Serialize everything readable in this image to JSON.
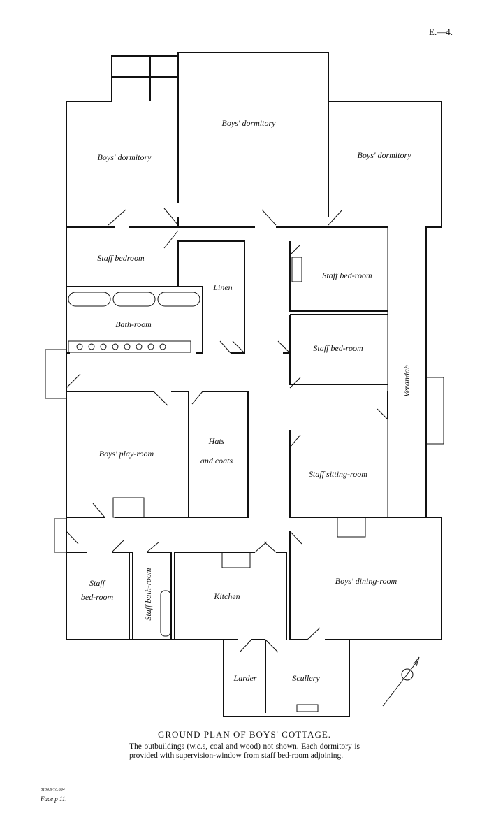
{
  "plate_ref": "E.—4.",
  "rooms": {
    "dorm_center": "Boys' dormitory",
    "dorm_left": "Boys' dormitory",
    "dorm_right": "Boys' dormitory",
    "staff_bedroom_top": "Staff bedroom",
    "linen": "Linen",
    "staff_bedroom_right1": "Staff bed-room",
    "bathroom": "Bath-room",
    "staff_bedroom_right2": "Staff bed-room",
    "verandah": "Verandah",
    "playroom": "Boys' play-room",
    "hats1": "Hats",
    "hats2": "and coats",
    "sitting": "Staff sitting-room",
    "staff_bed1": "Staff",
    "staff_bed2": "bed-room",
    "staff_bath": "Staff bath-room",
    "kitchen": "Kitchen",
    "dining": "Boys' dining-room",
    "larder": "Larder",
    "scullery": "Scullery"
  },
  "caption": {
    "title": "GROUND PLAN OF BOYS' COTTAGE.",
    "note": "The outbuildings (w.c.s, coal and wood) not shown. Each dormitory is provided with supervision-window from staff bed-room adjoining."
  },
  "footer": {
    "print_code": "8100.9/10.684",
    "face": "Face p 11."
  }
}
